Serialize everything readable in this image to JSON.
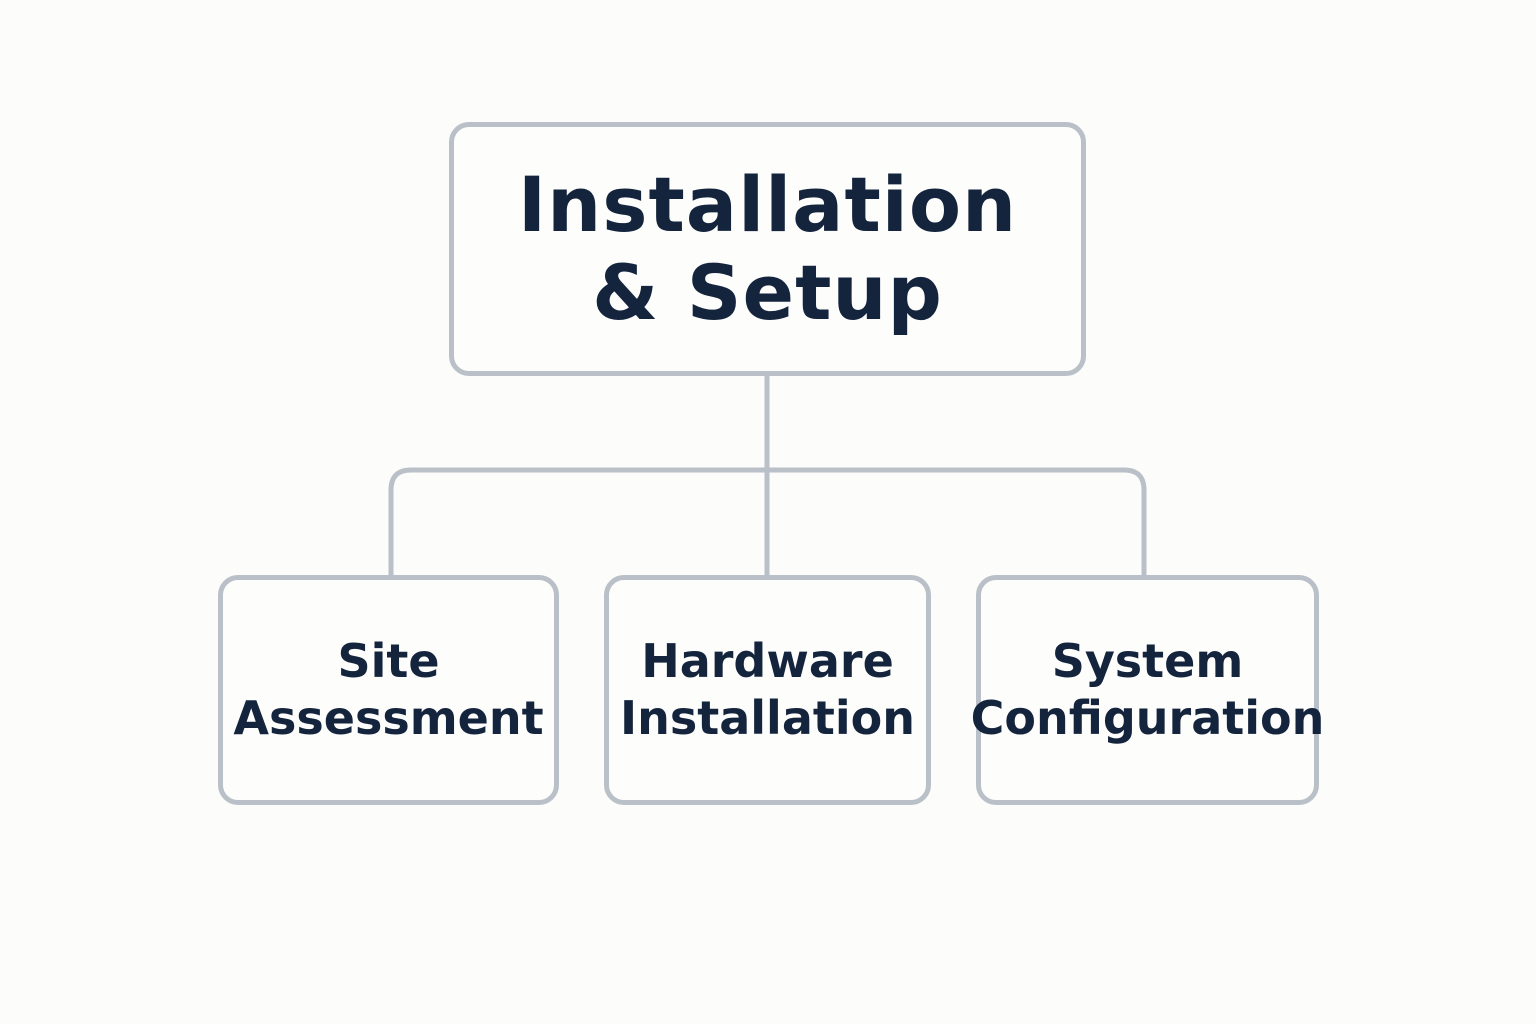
{
  "colors": {
    "background": "#fcfcfa",
    "box_border": "#b9c0c8",
    "connector": "#b9c0c8",
    "text": "#14243d"
  },
  "root": {
    "lines": [
      "Installation",
      "& Setup"
    ]
  },
  "children": [
    {
      "lines": [
        "Site",
        "Assessment"
      ]
    },
    {
      "lines": [
        "Hardware",
        "Installation"
      ]
    },
    {
      "lines": [
        "System",
        "Configuration"
      ]
    }
  ]
}
